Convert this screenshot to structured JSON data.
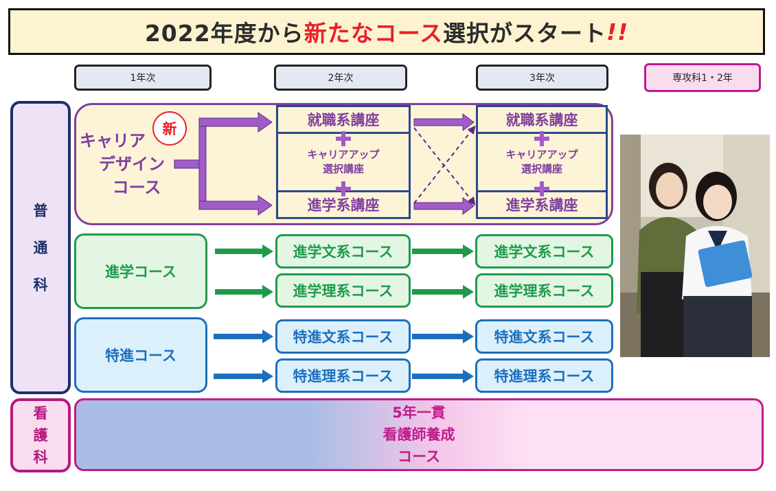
{
  "title": {
    "part1": "2022年度から",
    "highlight": "新たなコース",
    "part2": "選択がスタート",
    "exclaim": "!!"
  },
  "year_headers": [
    "1年次",
    "2年次",
    "3年次",
    "専攻科1・2年"
  ],
  "sidebar": {
    "futsuka": [
      "普",
      "通",
      "科"
    ],
    "kangoka": [
      "看",
      "護",
      "科"
    ]
  },
  "career": {
    "badge": "新",
    "label_lines": [
      "キャリア",
      "デザイン",
      "コース"
    ],
    "year2": {
      "top": "就職系講座",
      "middle_lines": [
        "キャリアアップ",
        "選択講座"
      ],
      "bottom": "進学系講座"
    },
    "year3": {
      "top": "就職系講座",
      "middle_lines": [
        "キャリアアップ",
        "選択講座"
      ],
      "bottom": "進学系講座"
    }
  },
  "shingaku": {
    "label": "進学コース",
    "year2": [
      "進学文系コース",
      "進学理系コース"
    ],
    "year3": [
      "進学文系コース",
      "進学理系コース"
    ]
  },
  "tokushin": {
    "label": "特進コース",
    "year2": [
      "特進文系コース",
      "特進理系コース"
    ],
    "year3": [
      "特進文系コース",
      "特進理系コース"
    ]
  },
  "nursing": {
    "lines": [
      "5年一貫",
      "看護師養成",
      "コース"
    ]
  },
  "colors": {
    "career": "#7e3e9f",
    "shingaku": "#1e9b4a",
    "tokushin": "#1b6fbe",
    "nursing": "#c21a8a",
    "title_highlight": "#e8202a"
  },
  "photo": {
    "subject": "two-students-photo"
  }
}
